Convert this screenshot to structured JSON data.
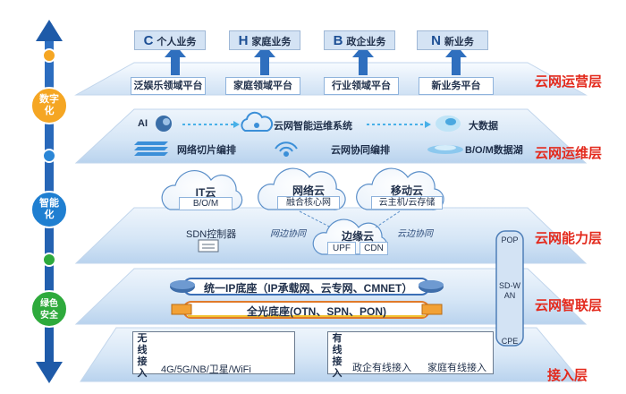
{
  "layers": {
    "operation": "云网运营层",
    "maintenance": "云网运维层",
    "capability": "云网能力层",
    "interconnect": "云网智联层",
    "access": "接入层"
  },
  "businesses": [
    {
      "letter": "C",
      "label": "个人业务"
    },
    {
      "letter": "H",
      "label": "家庭业务"
    },
    {
      "letter": "B",
      "label": "政企业务"
    },
    {
      "letter": "N",
      "label": "新业务"
    }
  ],
  "platforms": [
    "泛娱乐领域平台",
    "家庭领域平台",
    "行业领域平台",
    "新业务平台"
  ],
  "ops": {
    "ai": "AI",
    "smart_ops": "云网智能运维系统",
    "big_data": "大数据",
    "slicing": "网络切片编排",
    "collab": "云网协同编排",
    "lake": "B/O/M数据湖"
  },
  "clouds": {
    "it": {
      "title": "IT云",
      "sub": "B/O/M"
    },
    "network": {
      "title": "网络云",
      "sub": "融合核心网"
    },
    "mobile": {
      "title": "移动云",
      "sub": "云主机/云存储"
    },
    "edge": {
      "title": "边缘云",
      "sub1": "UPF",
      "sub2": "CDN"
    },
    "sdn": "SDN控制器",
    "net_edge": "网边协同",
    "cloud_edge": "云边协同"
  },
  "interconnect": {
    "ip": "统一IP底座（IP承载网、云专网、CMNET）",
    "optical": "全光底座(OTN、SPN、PON)"
  },
  "wan": {
    "pop": "POP",
    "sdwan": "SD-WAN",
    "cpe": "CPE"
  },
  "access": {
    "wireless_chars": [
      "无",
      "线",
      "接",
      "入"
    ],
    "wireless_label": "4G/5G/NB/卫星/WiFi",
    "wired_chars": [
      "有",
      "线",
      "接",
      "入"
    ],
    "gov_wired": "政企有线接入",
    "home_wired": "家庭有线接入"
  },
  "sidebar": {
    "digital": "数字化",
    "smart": "智能化",
    "green": "绿色安全"
  },
  "colors": {
    "layer_label": "#e32a1d",
    "axis": "#1e5aa8",
    "digital_circle": "#f5a623",
    "smart_circle": "#1f7fd1",
    "green_circle": "#2eaa3c"
  }
}
